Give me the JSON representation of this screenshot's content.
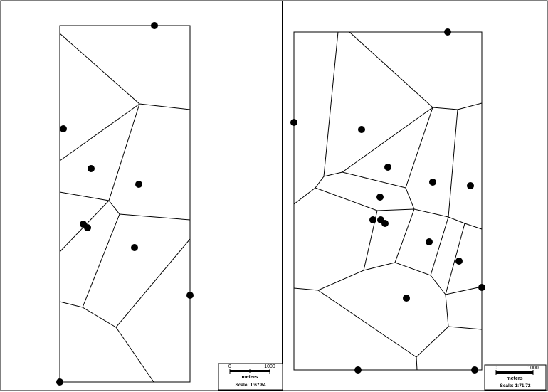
{
  "colors": {
    "ink": "#000000",
    "paper": "#ffffff"
  },
  "left_map": {
    "scale_bar": {
      "tick_start": "0",
      "tick_end": "1000",
      "unit": "meters",
      "scale": "Scale: 1:67,84"
    }
  },
  "right_map": {
    "scale_bar": {
      "tick_start": "0",
      "tick_end": "1000",
      "unit": "meters",
      "scale": "Scale: 1:71,72"
    }
  }
}
